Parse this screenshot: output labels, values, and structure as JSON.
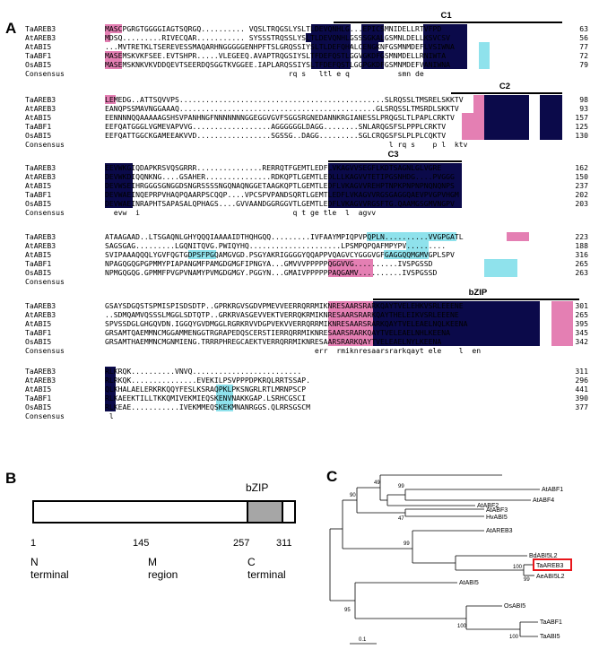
{
  "panels": {
    "a": "A",
    "b": "B",
    "c": "C"
  },
  "alignment": {
    "blocks": [
      {
        "rows": [
          {
            "name": "TaAREB3",
            "seq": "MASCPGRGTGGGGIAGTSQRGQ.......... VQSLTRQGSLYSLTLDEVQNHLG...EPICSMNIDELLRTVFPD",
            "num": "63"
          },
          {
            "name": "AtAREB3",
            "seq": "MDSQ.........RIVECQAR........... SYSSSTRQSSLYSLTLDEVQNHLGSSSGKALGSMNLDELLKSVCSV",
            "num": "56"
          },
          {
            "name": "AtABI5",
            "seq": "...MVTRETKLTSEREVESSMAQARHNGGGGGENHPFTSLGRQSSIYSLTLDEFQHALCENGKNFGSMNMDEFLVSIWNA",
            "num": "77"
          },
          {
            "name": "TaABF1",
            "seq": "MASEMSKVKFSEE.EVTSHPR.....VLEGEEQ.AVAPTRQGSIYSLTFDEFQSTLGGVGKDFGSMNMDELLRNIWTA",
            "num": "72"
          },
          {
            "name": "OsABI5",
            "seq": "MASEMSKNKVKVDDQEVTSEERDQSGGTKVGGEE.IAPLARQSSIYSLTFDEFQSTLGGPGKDFGSMNMDEFVANIWNA",
            "num": "79"
          },
          {
            "name": "Consensus",
            "seq": "                                          rq s   ltl e q           smn de",
            "num": ""
          }
        ],
        "label": "C1"
      },
      {
        "rows": [
          {
            "name": "TaAREB3",
            "seq": "LEMEDG..ATTSQVVPS...............................................SLRQSSLTMSRELSKKTV",
            "num": "98"
          },
          {
            "name": "AtAREB3",
            "seq": "EANQPSSMAVNGGAAAQ.............................................GLSRQSSLTMSRDLSKKTV",
            "num": "93"
          },
          {
            "name": "AtABI5",
            "seq": "EENNNNQQAAAAAGSHSVPANHNGFNNNNNNNGGEGGVGVFSGGSRGNEDANNKRGIANESSLPRQGSLTLPAPLCRKTV",
            "num": "157"
          },
          {
            "name": "TaABF1",
            "seq": "EEFQATGGGLVGMEVAPVVG..................AGGGGGGLDAGG........SNLARQGSFSLPPPLCRKTV",
            "num": "125"
          },
          {
            "name": "OsABI5",
            "seq": "EEFQATTGGCKGAMEEAKVVD.................SGSSG..DAGG.........SGLCRQGSFSLPLPLCQKTV",
            "num": "130"
          },
          {
            "name": "Consensus",
            "seq": "                                                                 l rq s    p l  ktv",
            "num": ""
          }
        ],
        "label": "C2"
      },
      {
        "rows": [
          {
            "name": "TaAREB3",
            "seq": "EEVWKGIQDAPKRSVQSGRRR...............RERRQTFGEMTLEDFLVKAGVVSEGFLKDTSAGNLGLVGRE",
            "num": "162"
          },
          {
            "name": "AtAREB3",
            "seq": "DEVWKDIQQNKNG....GSAHER...............RDKQPTLGEMTLEDLLLKAGVVTETIPGSNHDG....PVGGG",
            "num": "150"
          },
          {
            "name": "AtABI5",
            "seq": "DEVWSEIHRGGGSGNGGDSNGRSSSSNGQNAQNGGETAAGKQPTLGEMTLEDFLVKAGVVREHPTNPKPNPNPNQNQNPS",
            "num": "237"
          },
          {
            "name": "TaABF1",
            "seq": "DEVWAEINQEPRPVHAQPQAARPSCQQP....VPCSPVPANDSQRTLGEMTLEDFLVKAGVVRGSGAGGQAEVPVGPVHGM",
            "num": "202"
          },
          {
            "name": "OsABI5",
            "seq": "DEVWAEINRAPHTSAPASALQPHAGS....GVVAANDGGRGGVTLGEMTLEDFLVKAGVVRGSFTG.QAAMGSGMVNGPV",
            "num": "203"
          },
          {
            "name": "Consensus",
            "seq": "  evw  i                                   q t ge tle  l  agvv",
            "num": ""
          }
        ],
        "label": "C3"
      },
      {
        "rows": [
          {
            "name": "TaAREB3",
            "seq": "ATAAGAAD..LTSGAQNLGHYQQQIAAAAIDTHQHGQQ.........IVFAAYMPIQPVPQPLN..........VVGPGATL",
            "num": "223"
          },
          {
            "name": "AtAREB3",
            "seq": "SAGSGAG.........LGQNITQVG.PWIQYHQ.....................LPSMPQPQAFMPYPV.........",
            "num": "188"
          },
          {
            "name": "AtABI5",
            "seq": "SVIPAAAQQQLYGVFQGTGDPSFPGQAMGVGD.PSGYAKRIGGGGYQQAPPVQAGVCYGGGVGFGAGGQQMGMVGPLSPV",
            "num": "316"
          },
          {
            "name": "TaABF1",
            "seq": "NPAGQGQGPGPMMYPIAPANGMFPAMGDGMGFIPNGYA...GMVVVPPPPPQGGVVG..........IVSPGSSD",
            "num": "265"
          },
          {
            "name": "OsABI5",
            "seq": "NPMGQGQG.GPMMFPVGPVNAMYPVMGDGMGY.PGGYN...GMAIVPPPPPPAQGAMV..........IVSPGSSD",
            "num": "263"
          },
          {
            "name": "Consensus",
            "seq": "",
            "num": ""
          }
        ],
        "label": ""
      },
      {
        "rows": [
          {
            "name": "TaAREB3",
            "seq": "GSAYSDGQSTSPMISPISDSDTP..GPRKRGVSGDVPMEVVEERRQRRMIKNRESAARSRARKQAYTVELEHKVSRLEEENE",
            "num": "301"
          },
          {
            "name": "AtAREB3",
            "seq": "..SDMQAMVQSSSLMGGLSDTQTP..GRKRVASGEVVEKTVERRQKRMIKNRESAARSRARKQAYTHELEIKVSRLEEENE",
            "num": "265"
          },
          {
            "name": "AtABI5",
            "seq": "SPVSSDGLGHGQVDN.IGGQYGVDMGGLRGRKRVVDGPVEKVVERRQRRMIKNRESAARSRARKQAYTVELEAELNQLKEENA",
            "num": "395"
          },
          {
            "name": "TaABF1",
            "seq": "GRSAMTQAEMMNCMGGAMMENGGTRGRAPEDQSCERSTIERRQRRMIKNRESAARSRARKQAYTVELEAELNHLKEENA",
            "num": "345"
          },
          {
            "name": "OsABI5",
            "seq": "GRSAMTHAEMMNCMGNMIENG.TRRRPHREGCAEKTVERRQRRMIKNRESAARSRARKQAYTVELEAELNYLKEENA",
            "num": "342"
          },
          {
            "name": "Consensus",
            "seq": "                                                err  rmiknresaarsrarkqayt ele    l  en",
            "num": ""
          }
        ],
        "label": "bZIP"
      },
      {
        "rows": [
          {
            "name": "TaAREB3",
            "seq": "RLKRQK..........VNVQ.........................",
            "num": "311"
          },
          {
            "name": "AtAREB3",
            "seq": "RLRKQK...............EVEKILPSVPPPDPKRQLRRTSSAP.",
            "num": "296"
          },
          {
            "name": "AtABI5",
            "seq": "QLKHALAELERKRKQQYFESLKSRAQPKLPKSNGRLRTLMRNPSCP",
            "num": "441"
          },
          {
            "name": "TaABF1",
            "seq": "RLKAEEKTILLTKKQMIVEKMIEQSKENVNAKKGAP.LSRHCGSCI",
            "num": "390"
          },
          {
            "name": "OsABI5",
            "seq": "RLKEAE...........IVEKMMEQSKEKMNANRGGS.QLRRSGSCM",
            "num": "377"
          },
          {
            "name": "Consensus",
            "seq": " l",
            "num": ""
          }
        ],
        "label": ""
      }
    ]
  },
  "domain_diagram": {
    "domain_label": "bZIP",
    "positions": [
      "1",
      "145",
      "257",
      "311"
    ],
    "regions": [
      "N terminal",
      "M region",
      "C terminal"
    ]
  },
  "tree": {
    "taxa": [
      "AtABF1",
      "AtABF4",
      "AtABF2",
      "AtABF3",
      "HvABI5",
      "AtAREB3",
      "BdABI5L2",
      "TaAREB3",
      "AeABI5L2",
      "AtABI5",
      "OsABI5",
      "TaABF1",
      "TaABI5"
    ],
    "bootstraps": [
      "99",
      "49",
      "90",
      "47",
      "99",
      "100",
      "99",
      "95",
      "100",
      "100"
    ],
    "scale_label": "0.1",
    "highlighted_taxon": "TaAREB3",
    "highlight_color": "#e8161b"
  },
  "colors": {
    "black_block": "#0b0a4a",
    "pink": "#e47fb3",
    "cyan": "#8fe2ec",
    "domain_fill": "#a6a6a6"
  }
}
